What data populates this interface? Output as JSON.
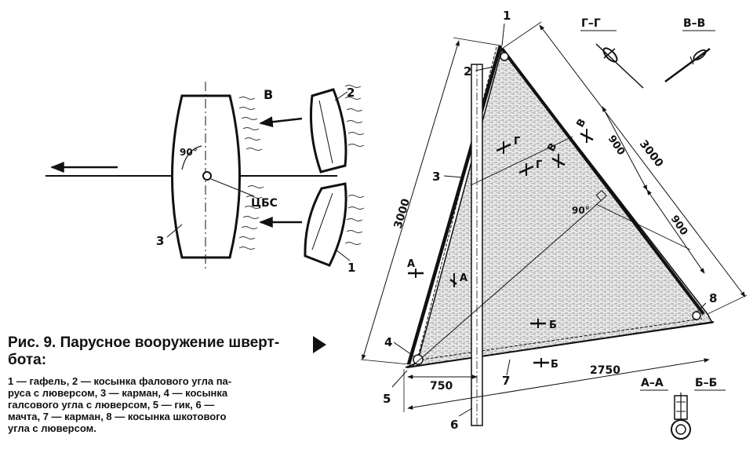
{
  "figure": {
    "caption_title_1": "Рис. 9. Парусное вооружение шверт-",
    "caption_title_2": "бота:",
    "legend_lines": [
      "1 — гафель, 2 — косынка фалового угла па-",
      "руса с люверсом, 3 — карман, 4 — косынка",
      "галсового угла с люверсом, 5 — гик, 6 —",
      "мачта, 7 — карман, 8 — косынка шкотового",
      "угла с люверсом."
    ]
  },
  "left_diagram": {
    "wind_label": "В",
    "angle_label": "90°",
    "center_label": "ЦБС",
    "hull_label": "3",
    "sail_top_label": "2",
    "sail_bottom_label": "1"
  },
  "sail_diagram": {
    "callouts": [
      "1",
      "2",
      "3",
      "4",
      "5",
      "6",
      "7",
      "8"
    ],
    "dim_luff": "3000",
    "dim_leech": "3000",
    "dim_leech_upper": "900",
    "dim_leech_lower": "900",
    "dim_foot_left": "750",
    "dim_foot_total": "2750",
    "angle_label": "90°",
    "section_marks": {
      "a": "А",
      "b": "Б",
      "v": "В",
      "g": "Г"
    },
    "section_titles": {
      "gg": "Г–Г",
      "vv": "В–В",
      "aa": "А–А",
      "bb": "Б–Б"
    }
  }
}
